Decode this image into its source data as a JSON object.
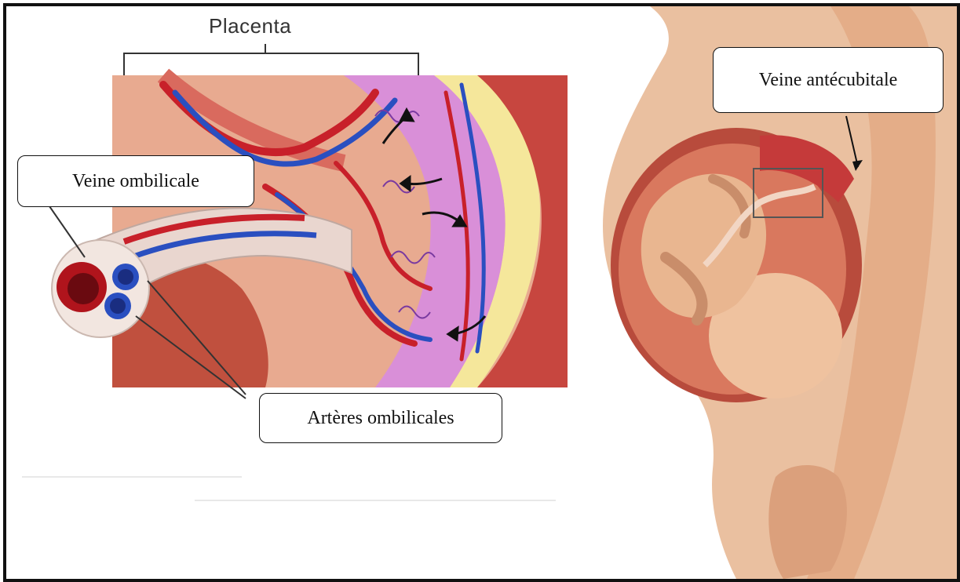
{
  "title": "Placenta",
  "labels": {
    "umbilical_vein": "Veine ombilicale",
    "umbilical_arteries": "Artères ombilicales",
    "antecubital_vein": "Veine antécubitale"
  },
  "colors": {
    "frame": "#111111",
    "artery_red": "#c8202a",
    "vein_blue": "#2a4fc0",
    "intervillous_pink": "#d98fd8",
    "skin": "#e8b48f",
    "uterine_wall": "#b84b3c"
  }
}
